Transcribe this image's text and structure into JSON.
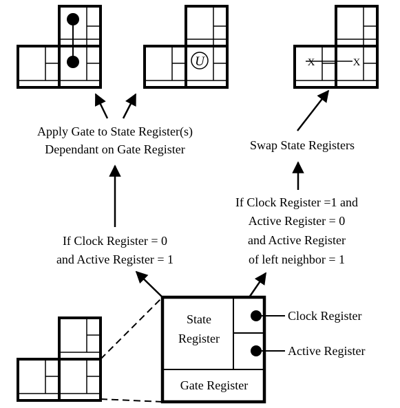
{
  "labels": {
    "apply_gate_line1": "Apply Gate to State Register(s)",
    "apply_gate_line2": "Dependant on Gate Register",
    "swap": "Swap State Registers",
    "cond_left_line1": "If Clock Register = 0",
    "cond_left_line2": "and Active Register = 1",
    "cond_right_line1": "If Clock Register =1 and",
    "cond_right_line2": "Active Register = 0",
    "cond_right_line3": "and Active Register",
    "cond_right_line4": "of left neighbor = 1",
    "state_register_line1": "State",
    "state_register_line2": "Register",
    "gate_register": "Gate Register",
    "clock_register": "Clock Register",
    "active_register": "Active Register",
    "unitary_symbol": "U",
    "swap_mark_left": "X",
    "swap_mark_right": "X"
  }
}
